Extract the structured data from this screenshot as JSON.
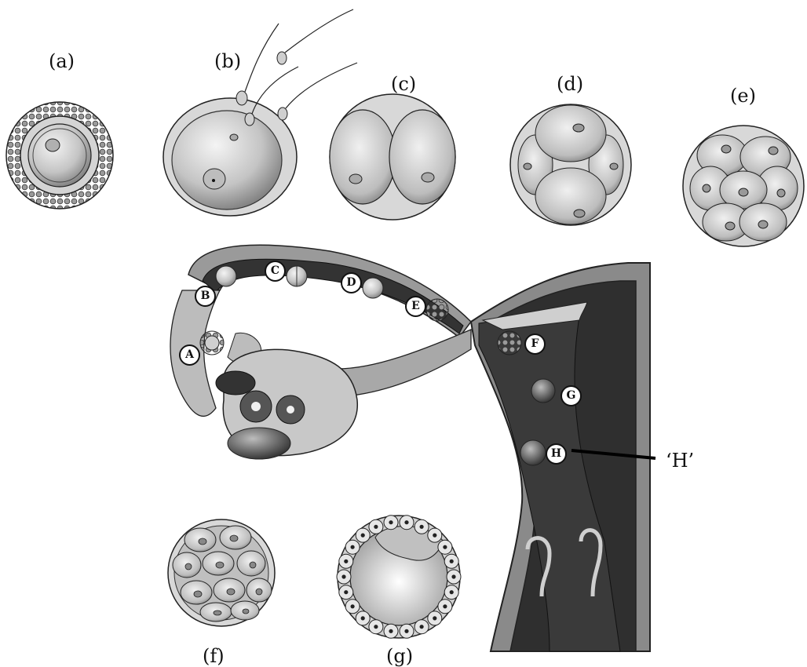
{
  "stage_labels": {
    "a": "(a)",
    "b": "(b)",
    "c": "(c)",
    "d": "(d)",
    "e": "(e)",
    "f": "(f)",
    "g": "(g)"
  },
  "markers": {
    "A": "A",
    "B": "B",
    "C": "C",
    "D": "D",
    "E": "E",
    "F": "F",
    "G": "G",
    "H": "H"
  },
  "callout": {
    "label": "‘H’"
  },
  "colors": {
    "ink": "#111111",
    "cell_fill": "#cfcfcf",
    "tissue_dark": "#2c2c2c",
    "tissue_mid": "#8a8a8a"
  }
}
